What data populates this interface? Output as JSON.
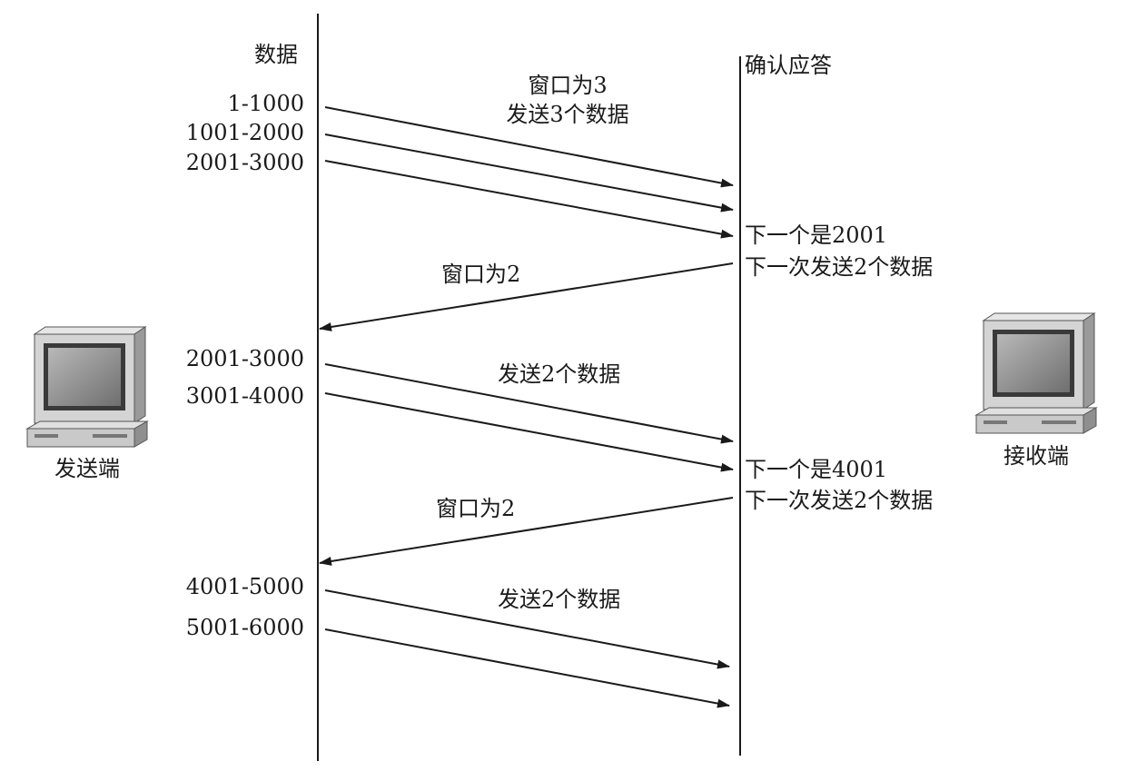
{
  "sender": {
    "column_header": "数据",
    "caption": "发送端",
    "ranges": [
      "1-1000",
      "1001-2000",
      "2001-3000",
      "2001-3000",
      "3001-4000",
      "4001-5000",
      "5001-6000"
    ]
  },
  "receiver": {
    "column_header": "确认应答",
    "caption": "接收端",
    "acks": [
      {
        "line1": "下一个是2001",
        "line2": "下一次发送2个数据"
      },
      {
        "line1": "下一个是4001",
        "line2": "下一次发送2个数据"
      }
    ]
  },
  "notes": {
    "first_batch": {
      "line1": "窗口为3",
      "line2": "发送3个数据"
    },
    "window_back_1": "窗口为2",
    "second_batch": "发送2个数据",
    "window_back_2": "窗口为2",
    "third_batch": "发送2个数据"
  },
  "colors": {
    "line": "#1a1a1a",
    "monitor_body": "#cfcfcf",
    "screen": "#8c8c8c"
  },
  "icons": {
    "sender_computer": "computer-icon",
    "receiver_computer": "computer-icon"
  }
}
